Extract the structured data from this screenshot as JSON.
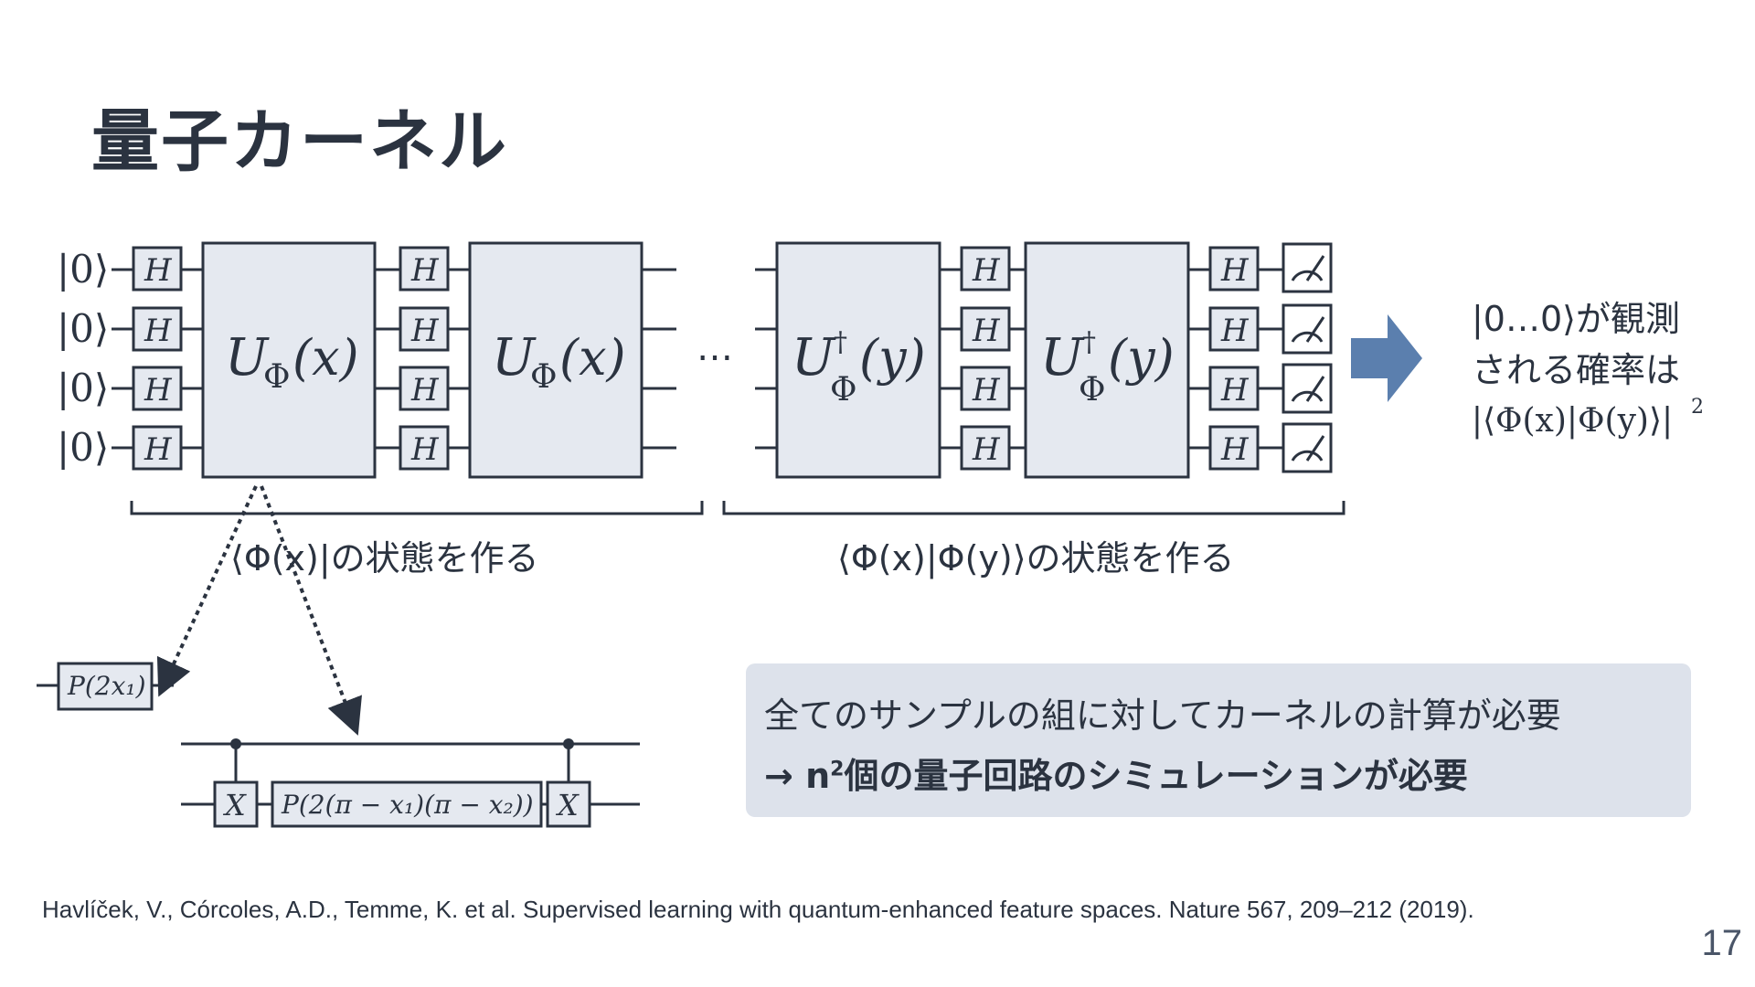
{
  "title": "量子カーネル",
  "circuit": {
    "input_state": "|0⟩",
    "h_gate": "H",
    "u_gate_main": "U",
    "u_gate_sub": "Φ",
    "u_arg_x": "(x)",
    "u_arg_y": "(y)",
    "dagger": "†",
    "ellipsis": "⋯",
    "bracket_left_label": "⟨Φ(x)|の状態を作る",
    "bracket_right_label": "⟨Φ(x)|Φ(y)⟩の状態を作る"
  },
  "result": {
    "line1": "|0…0⟩が観測",
    "line2": "される確率は",
    "line3": "|⟨Φ(x)|Φ(y)⟩|",
    "line3_exp": "2"
  },
  "decomposition": {
    "single_gate": "P(2x₁)",
    "x_gate": "X",
    "two_qubit_gate": "P(2(π − x₁)(π − x₂))"
  },
  "note": {
    "line1": "全てのサンプルの組に対してカーネルの計算が必要",
    "line2_prefix": "→ n",
    "line2_exp": "2",
    "line2_suffix": "個の量子回路のシミュレーションが必要"
  },
  "citation": "Havlíček, V., Córcoles, A.D., Temme, K. et al. Supervised learning with quantum-enhanced feature spaces. Nature 567, 209–212 (2019).",
  "page_number": "17",
  "colors": {
    "text": "#2b3340",
    "gate_fill": "#e5e9f0",
    "arrow": "#5b7fae",
    "note_bg": "#dde2eb"
  }
}
